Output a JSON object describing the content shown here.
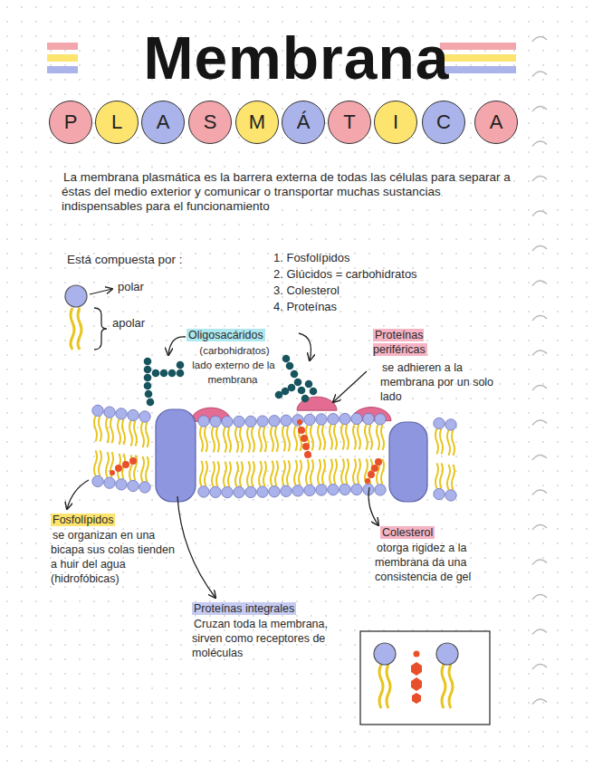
{
  "diagram": {
    "title": "Membrana",
    "nodes": [
      {
        "text": [
          "P"
        ]
      },
      {
        "text": [
          "L"
        ]
      },
      {
        "text": [
          "A"
        ]
      },
      {
        "text": [
          "S"
        ]
      },
      {
        "text": [
          "M"
        ]
      },
      {
        "text": [
          "Á"
        ]
      },
      {
        "text": [
          "T"
        ]
      },
      {
        "text": [
          "I"
        ]
      },
      {
        "text": [
          "C"
        ]
      },
      {
        "text": [
          "A"
        ]
      }
    ],
    "labels": [
      "La membrana plasmática es la barrera externa de todas las células para separar a éstas del medio exterior y comunicar o transportar muchas sustancias indispensables para el funcionamiento",
      "Está compuesta por :",
      "1. Fosfolípidos",
      "2. Glúcidos = carbohidratos",
      "3. Colesterol",
      "4. Proteínas",
      "polar",
      "apolar",
      "Oligosacáridos",
      "(carbohidratos) lado externo de la membrana",
      "Proteínas periféricas",
      "se adhieren a la membrana por un solo lado",
      "Fosfolípidos",
      "se organizan en una bicapa sus colas tienden a huir del agua (hidrofóbicas)",
      "Colesterol",
      "otorga rigidez a la membrana da una consistencia de gel",
      "Proteínas integrales",
      "Cruzan toda la membrana, sirven como receptores de moléculas"
    ]
  }
}
